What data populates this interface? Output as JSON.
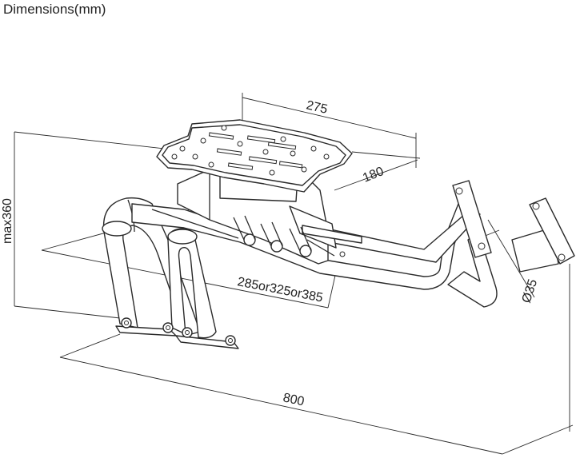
{
  "header": {
    "title": "Dimensions(mm)"
  },
  "dimensions": {
    "width_top": "275",
    "depth_top": "180",
    "height": "max360",
    "mount_spacing": "285or325or385",
    "tube_diameter": "Ø35",
    "length": "800"
  }
}
